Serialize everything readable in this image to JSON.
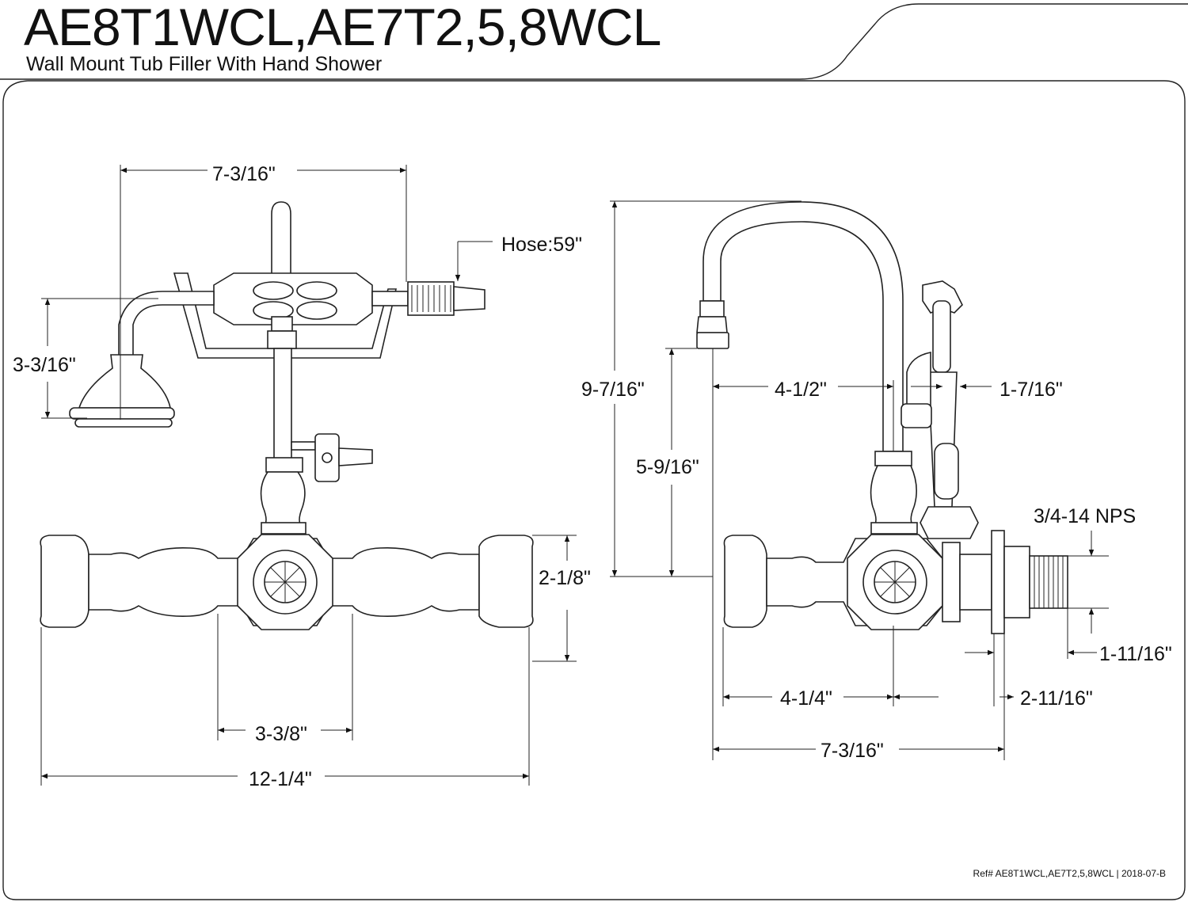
{
  "header": {
    "title": "AE8T1WCL,AE7T2,5,8WCL",
    "subtitle": "Wall Mount Tub Filler With Hand Shower"
  },
  "footer": {
    "reference": "Ref# AE8T1WCL,AE7T2,5,8WCL | 2018-07-B"
  },
  "front_view": {
    "width_top": "7-3/16\"",
    "hose": "Hose:59\"",
    "handshower_height": "3-3/16\"",
    "body_height": "2-1/8\"",
    "center_spacing": "3-3/8\"",
    "overall_width": "12-1/4\""
  },
  "side_view": {
    "overall_height": "9-7/16\"",
    "spout_height": "5-9/16\"",
    "spout_reach": "4-1/2\"",
    "holder_offset": "1-7/16\"",
    "thread": "3/4-14 NPS",
    "thread_length": "1-11/16\"",
    "body_depth": "4-1/4\"",
    "inlet_depth": "2-11/16\"",
    "overall_depth": "7-3/16\""
  }
}
